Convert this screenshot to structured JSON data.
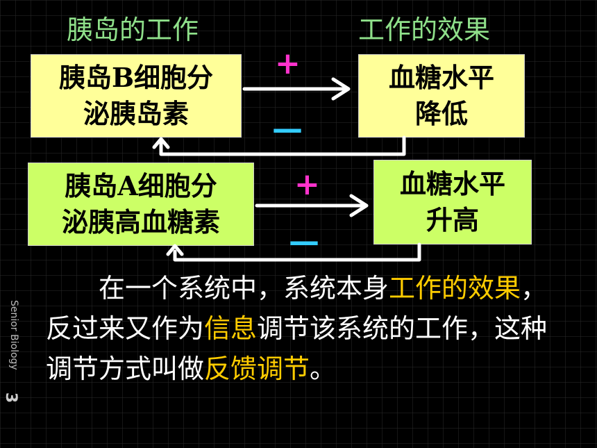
{
  "headers": {
    "left": "胰岛的工作",
    "right": "工作的效果"
  },
  "boxes": {
    "b_cell": [
      "胰岛B细胞分",
      "泌胰岛素"
    ],
    "glucose_down": [
      "血糖水平",
      "降低"
    ],
    "a_cell": [
      "胰岛A细胞分",
      "泌胰高血糖素"
    ],
    "glucose_up": [
      "血糖水平",
      "升高"
    ]
  },
  "signs": {
    "plus": "+",
    "minus": "—"
  },
  "paragraph": {
    "p1": "在一个系统中，系统本身",
    "h1": "工作的效果",
    "p2": "，反过来又作为",
    "h2": "信息",
    "p3": "调节该系统的工作，这种调节方式叫做",
    "h3": "反馈调节",
    "p4": "。"
  },
  "sidebar": {
    "brand": "Senior Biology",
    "num": "3"
  },
  "colors": {
    "header": "#8fe08a",
    "box_top": "#ffff99",
    "box_bottom": "#ccff66",
    "plus": "#ff33cc",
    "minus": "#33ccff",
    "highlight": "#ffcc00"
  }
}
